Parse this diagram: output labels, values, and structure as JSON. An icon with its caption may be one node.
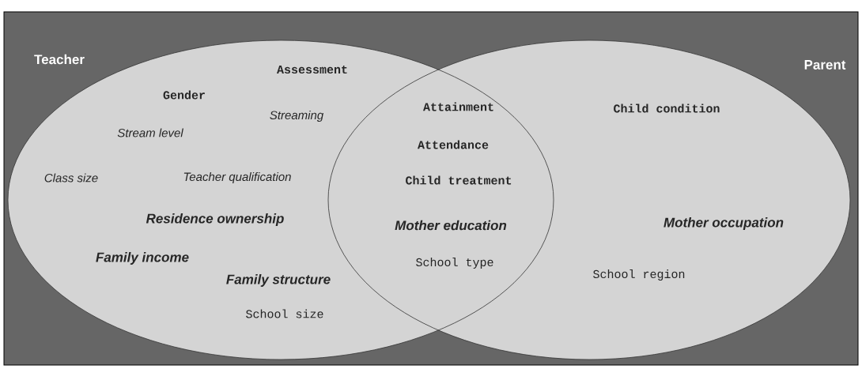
{
  "diagram": {
    "nodes": [
      {
        "text": [
          "Teacher"
        ]
      },
      {
        "text": [
          "Parent"
        ]
      }
    ],
    "labels": [
      "Assessment",
      "Gender",
      "Streaming",
      "Stream level",
      "Attainment",
      "Child condition",
      "Attendance",
      "Class size",
      "Teacher qualification",
      "Child treatment",
      "Residence ownership",
      "Mother education",
      "Mother occupation",
      "Family income",
      "School type",
      "Family structure",
      "School region",
      "School size"
    ]
  }
}
